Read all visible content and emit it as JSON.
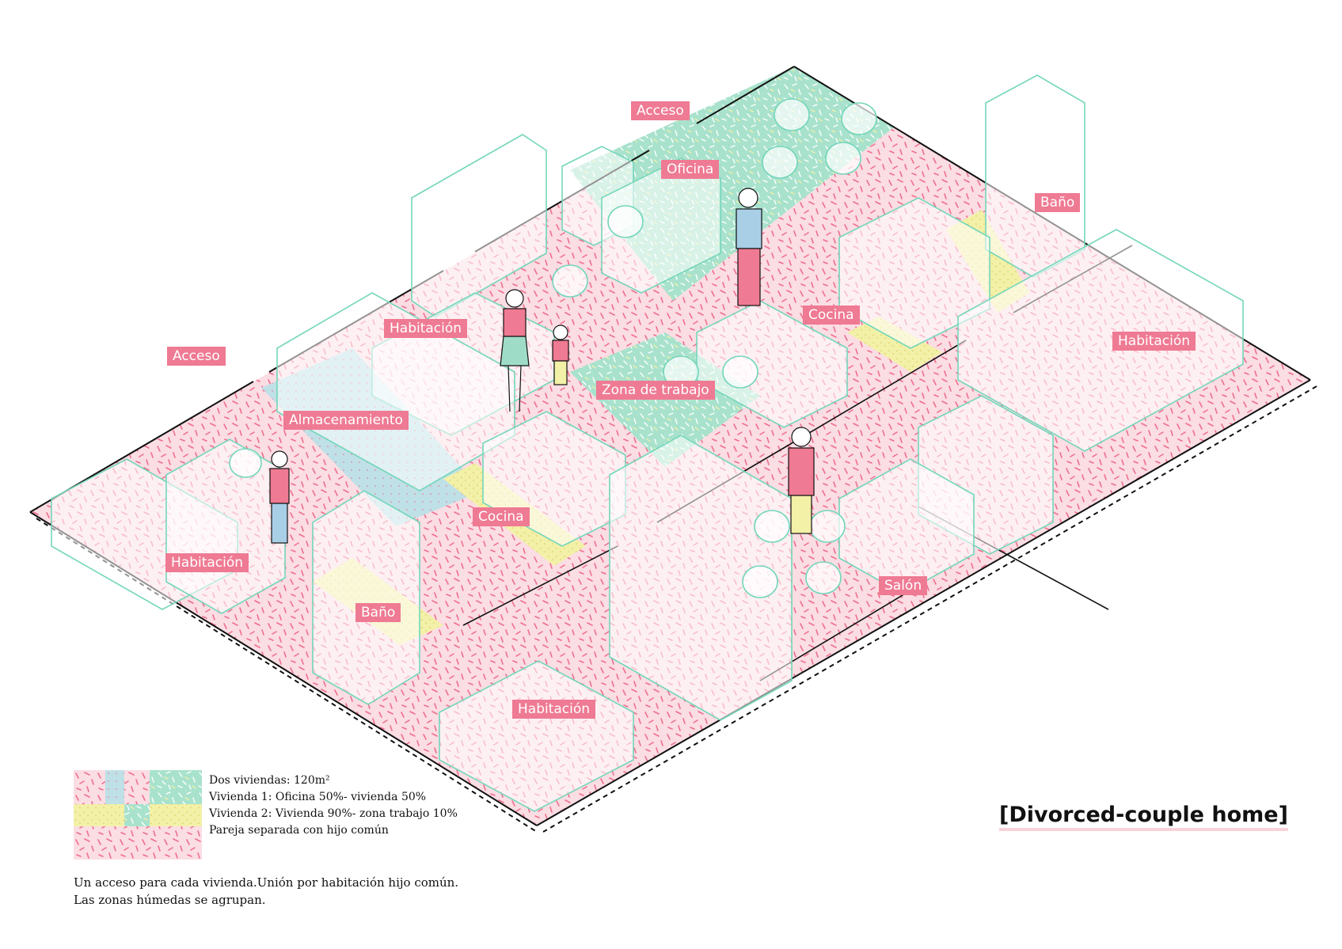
{
  "diagram": {
    "title": "[Divorced-couple home]",
    "colors": {
      "line": "#73d6ba",
      "wall": "#111111",
      "office_green": "#a8e2cd",
      "storage_blue": "#bfe0e6",
      "wet_yellow": "#f3f0a8",
      "home_pink": "#fbdde4",
      "confetti_pink": "#ef6f8c",
      "confetti_green": "#ffffff",
      "confetti_yellow": "#ffffff",
      "label": "#ef7a93"
    },
    "room_labels": {
      "acceso_top": "Acceso",
      "oficina": "Oficina",
      "bano_right": "Baño",
      "habitacion_center": "Habitación",
      "cocina_right": "Cocina",
      "habitacion_right": "Habitación",
      "acceso_left": "Acceso",
      "zona_trabajo": "Zona de trabajo",
      "almacenamiento": "Almacenamiento",
      "cocina_left": "Cocina",
      "habitacion_left": "Habitación",
      "salon": "Salón",
      "bano_left": "Baño",
      "habitacion_bottom": "Habitación"
    },
    "legend": {
      "line1": "Dos viviendas: 120m²",
      "line2": "Vivienda 1: Oficina 50%- vivienda 50%",
      "line3": "Vivienda 2: Vivienda 90%- zona trabajo 10%",
      "line4": "Pareja separada con hijo común"
    },
    "caption": {
      "line1": "Un acceso para cada vivienda.Unión por habitación hijo común.",
      "line2": "Las zonas húmedas se agrupan."
    }
  }
}
